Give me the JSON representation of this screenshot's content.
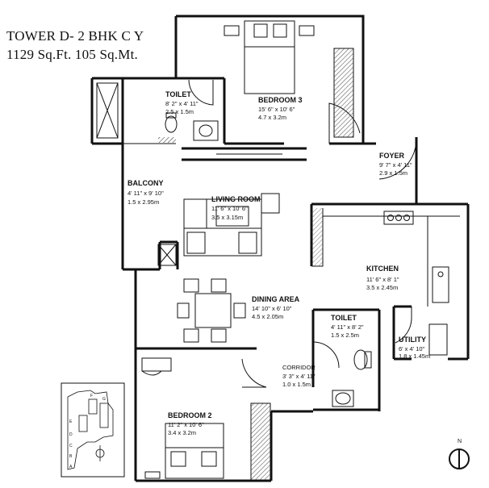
{
  "title": {
    "line1": "TOWER D- 2 BHK C Y",
    "line2": "1129 Sq.Ft. 105 Sq.Mt."
  },
  "rooms": [
    {
      "key": "bedroom3",
      "name": "BEDROOM 3",
      "dim_ft": "15' 6\" x 10' 6\"",
      "dim_m": "4.7 x 3.2m"
    },
    {
      "key": "toilet1",
      "name": "TOILET",
      "dim_ft": "8' 2\" x 4' 11\"",
      "dim_m": "2.5 x 1.5m"
    },
    {
      "key": "foyer",
      "name": "FOYER",
      "dim_ft": "9' 7\" x 4' 11\"",
      "dim_m": "2.9 x 1.5m"
    },
    {
      "key": "balcony",
      "name": "BALCONY",
      "dim_ft": "4' 11\" x 9' 10\"",
      "dim_m": "1.5 x 2.95m"
    },
    {
      "key": "living",
      "name": "LIVING ROOM",
      "dim_ft": "11' 6\" x 10' 6\"",
      "dim_m": "3.5 x 3.15m"
    },
    {
      "key": "kitchen",
      "name": "KITCHEN",
      "dim_ft": "11' 6\" x 8' 1\"",
      "dim_m": "3.5 x 2.45m"
    },
    {
      "key": "dining",
      "name": "DINING AREA",
      "dim_ft": "14' 10\" x 6' 10\"",
      "dim_m": "4.5 x 2.05m"
    },
    {
      "key": "toilet2",
      "name": "TOILET",
      "dim_ft": "4' 11\" x 8' 2\"",
      "dim_m": "1.5 x 2.5m"
    },
    {
      "key": "utility",
      "name": "UTILITY",
      "dim_ft": "6' x 4' 10\"",
      "dim_m": "1.8 x 1.45m"
    },
    {
      "key": "corridor",
      "name": "CORRIDOR",
      "dim_ft": "3' 3\" x 4' 11\"",
      "dim_m": "1.0 x 1.5m"
    },
    {
      "key": "bedroom2",
      "name": "BEDROOM 2",
      "dim_ft": "11' 2\" x 10' 6\"",
      "dim_m": "3.4 x 3.2m"
    }
  ],
  "key_plan": {
    "labels": [
      "F",
      "G",
      "E",
      "D",
      "C",
      "B",
      "A"
    ]
  },
  "compass": {
    "label": "N",
    "icon": "north-arrow-icon"
  },
  "colors": {
    "wall": "#111111",
    "hatch": "#555555",
    "background": "#ffffff"
  }
}
